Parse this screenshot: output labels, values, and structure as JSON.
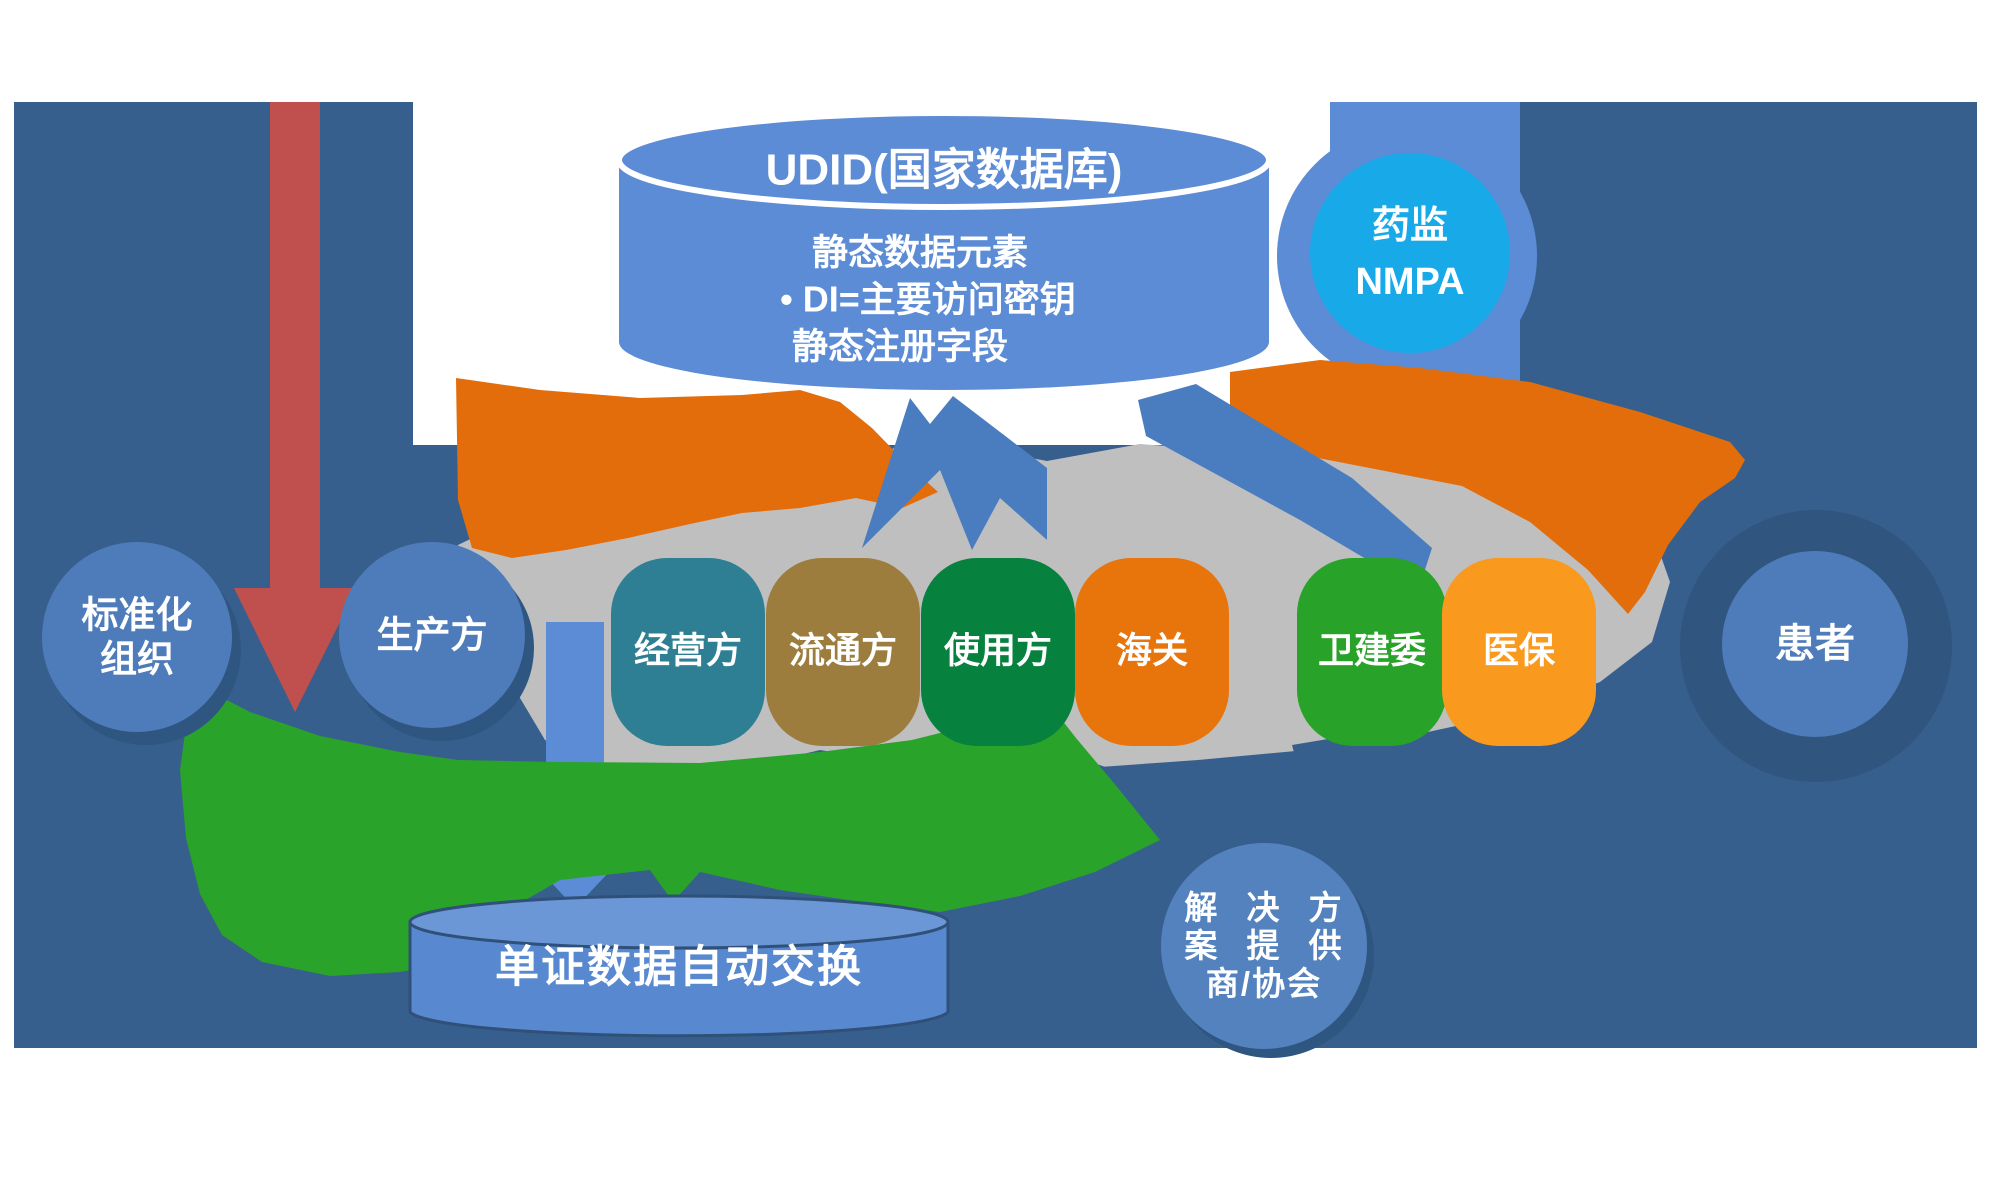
{
  "diagram": {
    "udid_cylinder": {
      "title": "UDID(国家数据库)",
      "line1": "静态数据元素",
      "line2": "• DI=主要访问密钥",
      "line3": "静态注册字段"
    },
    "nmpa_badge": {
      "line1": "药监",
      "line2": "NMPA"
    },
    "exchange_cylinder": {
      "label": "单证数据自动交换"
    },
    "nodes": {
      "standards_org": {
        "line1": "标准化",
        "line2": "组织"
      },
      "manufacturer": {
        "label": "生产方"
      },
      "operator": {
        "label": "经营方"
      },
      "distributor": {
        "label": "流通方"
      },
      "device_user": {
        "label": "使用方"
      },
      "customs": {
        "label": "海关"
      },
      "health_commission": {
        "label": "卫建委"
      },
      "medical_insurance": {
        "label": "医保"
      },
      "patient": {
        "label": "患者"
      },
      "solution_provider": {
        "line1": "解 决 方",
        "line2": "案 提 供",
        "line3": "商/协会"
      }
    },
    "colors": {
      "background_blue": "#375f8d",
      "node_blue": "#4e7cba",
      "node_shadow_blue": "#2e5680",
      "cylinder_blue": "#5c8cd5",
      "exchange_cylinder_blue": "#5888cf",
      "nmpa_cyan": "#18a9e9",
      "arrow_red": "#c0504d",
      "arrow_orange": "#e36d0b",
      "arrow_green": "#2aa32a",
      "arrow_blue": "#4a7dbf",
      "platform_gray": "#bfbfbf",
      "operator_teal": "#2e7f93",
      "distributor_tan": "#9d7d3e",
      "user_green": "#07813e",
      "customs_orange": "#e8740c",
      "health_green": "#28a228",
      "insurance_orange": "#f9991d"
    }
  }
}
